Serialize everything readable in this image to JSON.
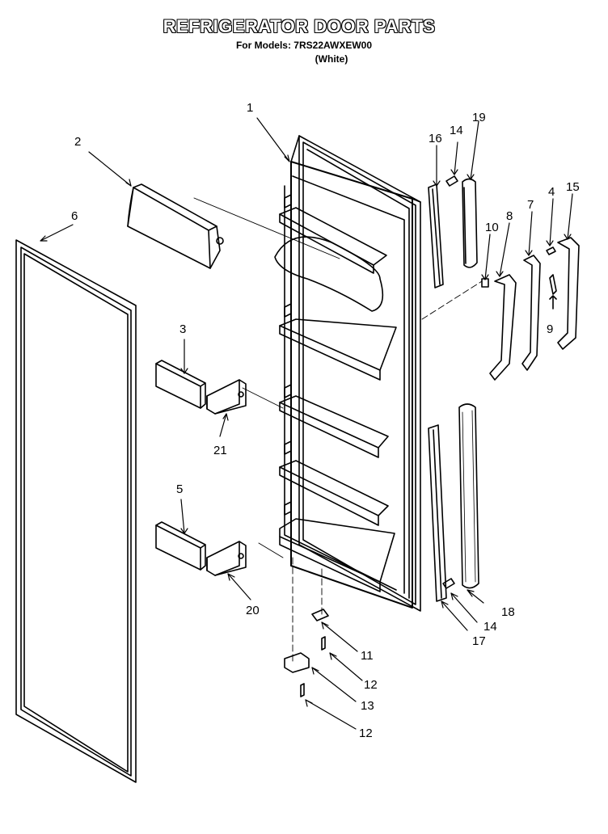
{
  "header": {
    "title": "REFRIGERATOR DOOR PARTS",
    "models": "For Models: 7RS22AWXEW00",
    "color": "(White)"
  },
  "callouts": [
    "1",
    "2",
    "3",
    "4",
    "5",
    "6",
    "7",
    "8",
    "9",
    "10",
    "11",
    "12",
    "12",
    "13",
    "14",
    "14",
    "15",
    "16",
    "17",
    "18",
    "19",
    "20",
    "21"
  ]
}
